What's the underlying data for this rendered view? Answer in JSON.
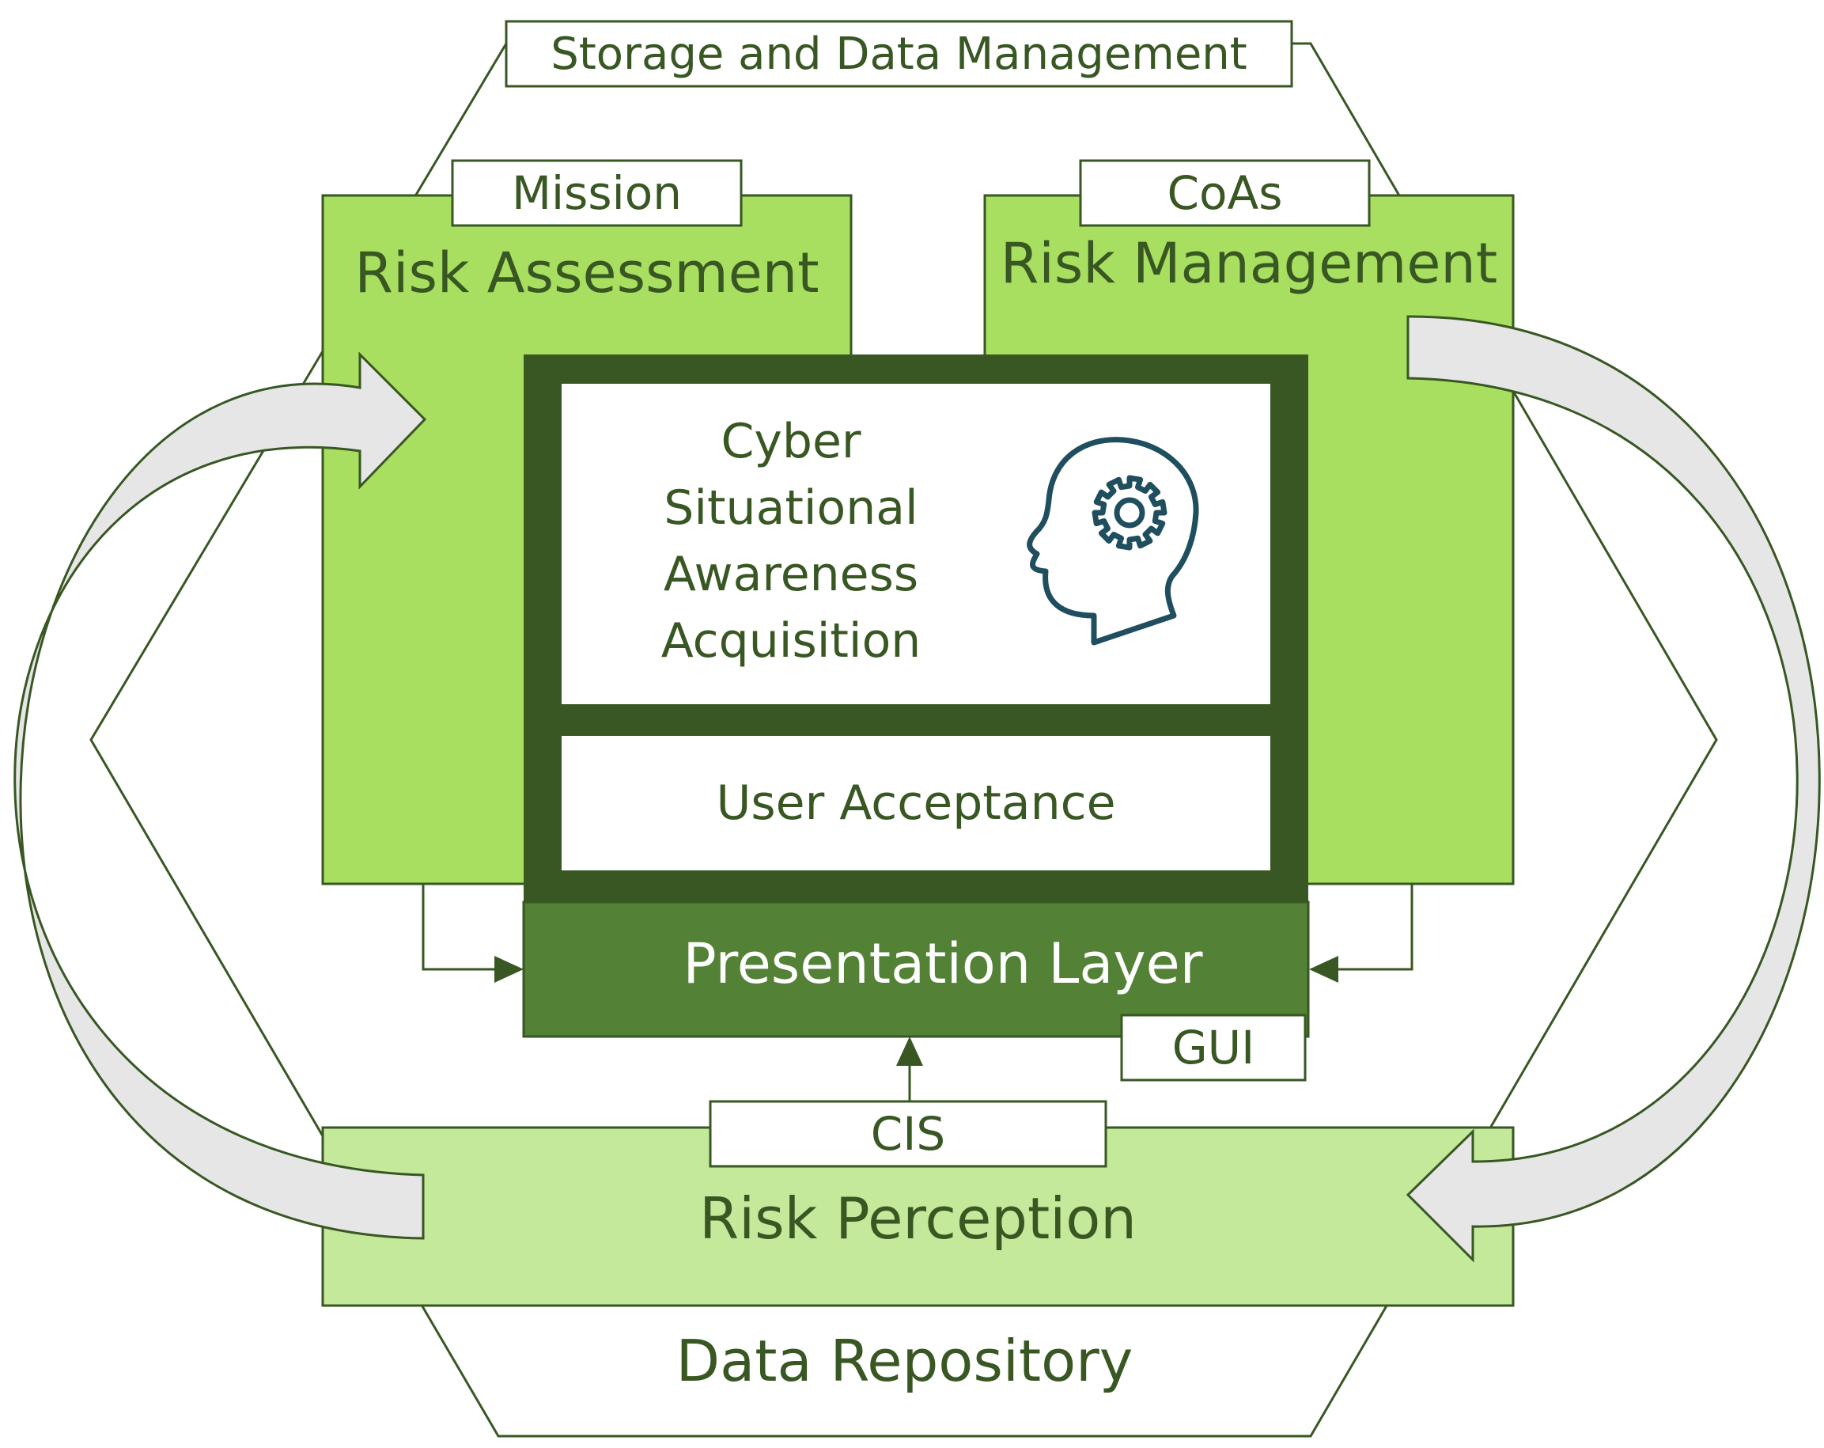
{
  "labels": {
    "storage": "Storage and Data Management",
    "mission": "Mission",
    "coas": "CoAs",
    "risk_assessment": "Risk Assessment",
    "risk_management": "Risk Management",
    "cyber_sa": [
      "Cyber",
      "Situational",
      "Awareness",
      "Acquisition"
    ],
    "user_acceptance": "User Acceptance",
    "presentation_layer": "Presentation Layer",
    "gui": "GUI",
    "cis": "CIS",
    "risk_perception": "Risk Perception",
    "data_repository": "Data Repository"
  },
  "icons": {
    "head": "head-with-gear-icon"
  },
  "colors": {
    "dark_green": "#385723",
    "medium_green": "#538135",
    "bright_green": "#A9DF60",
    "light_green": "#C5E99B",
    "arrow_gray": "#E6E6E6",
    "icon_teal": "#1F4E5F",
    "text": "#385723"
  }
}
